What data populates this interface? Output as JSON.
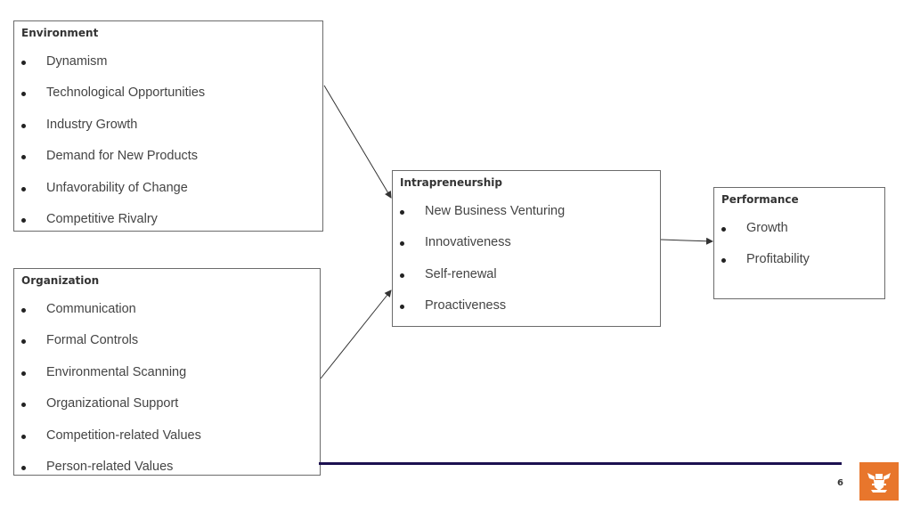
{
  "environment": {
    "title": "Environment",
    "items": [
      "Dynamism",
      "Technological Opportunities",
      "Industry Growth",
      "Demand for New Products",
      "Unfavorability of Change",
      "Competitive Rivalry"
    ]
  },
  "organization": {
    "title": "Organization",
    "items": [
      "Communication",
      "Formal Controls",
      "Environmental Scanning",
      "Organizational Support",
      "Competition-related Values",
      "Person-related Values"
    ]
  },
  "intrapreneurship": {
    "title": "Intrapreneurship",
    "items": [
      "New Business Venturing",
      "Innovativeness",
      "Self-renewal",
      "Proactiveness"
    ]
  },
  "performance": {
    "title": "Performance",
    "items": [
      "Growth",
      "Profitability"
    ]
  },
  "footer": {
    "page_number": "6",
    "accent_color": "#e8762c",
    "rule_color": "#1c1050",
    "logo_icon": "university-crest-icon"
  }
}
